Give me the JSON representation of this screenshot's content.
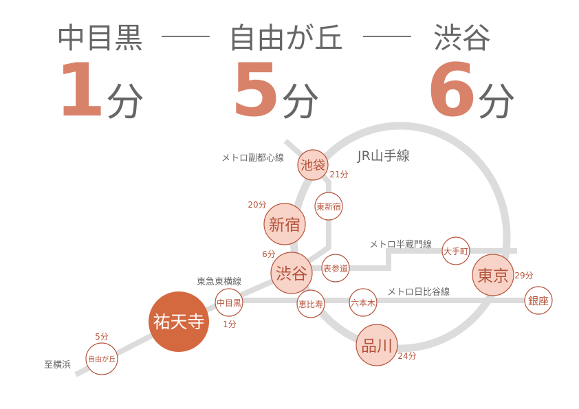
{
  "header": {
    "destinations": [
      {
        "name": "中目黒",
        "minutes": "1",
        "unit": "分"
      },
      {
        "name": "自由が丘",
        "minutes": "5",
        "unit": "分"
      },
      {
        "name": "渋谷",
        "minutes": "6",
        "unit": "分"
      }
    ]
  },
  "map": {
    "lines": {
      "yamanote": "JR山手線",
      "fukutoshin": "メトロ副都心線",
      "hanzomon": "メトロ半蔵門線",
      "hibiya": "メトロ日比谷線",
      "toyoko": "東急東横線",
      "yokohama": "至横浜"
    },
    "home": "祐天寺",
    "stations": {
      "ikebukuro": {
        "name": "池袋",
        "time": "21分"
      },
      "shinjuku": {
        "name": "新宿",
        "time": "20分"
      },
      "shibuya": {
        "name": "渋谷",
        "time": "6分"
      },
      "tokyo": {
        "name": "東京",
        "time": "29分"
      },
      "shinagawa": {
        "name": "品川",
        "time": "24分"
      },
      "nakameguro": {
        "name": "中目黒",
        "time": "1分"
      },
      "jiyugaoka": {
        "name": "自由が丘",
        "time": "5分"
      },
      "higashishinjuku": {
        "name": "東新宿"
      },
      "omotesando": {
        "name": "表参道"
      },
      "otemachi": {
        "name": "大手町"
      },
      "ebisu": {
        "name": "恵比寿"
      },
      "roppongi": {
        "name": "六本木"
      },
      "ginza": {
        "name": "銀座"
      }
    },
    "colors": {
      "accent": "#d4683f",
      "pink": "#f8d3c8",
      "line": "#d9d9d9",
      "stroke": "#b5533a"
    }
  }
}
